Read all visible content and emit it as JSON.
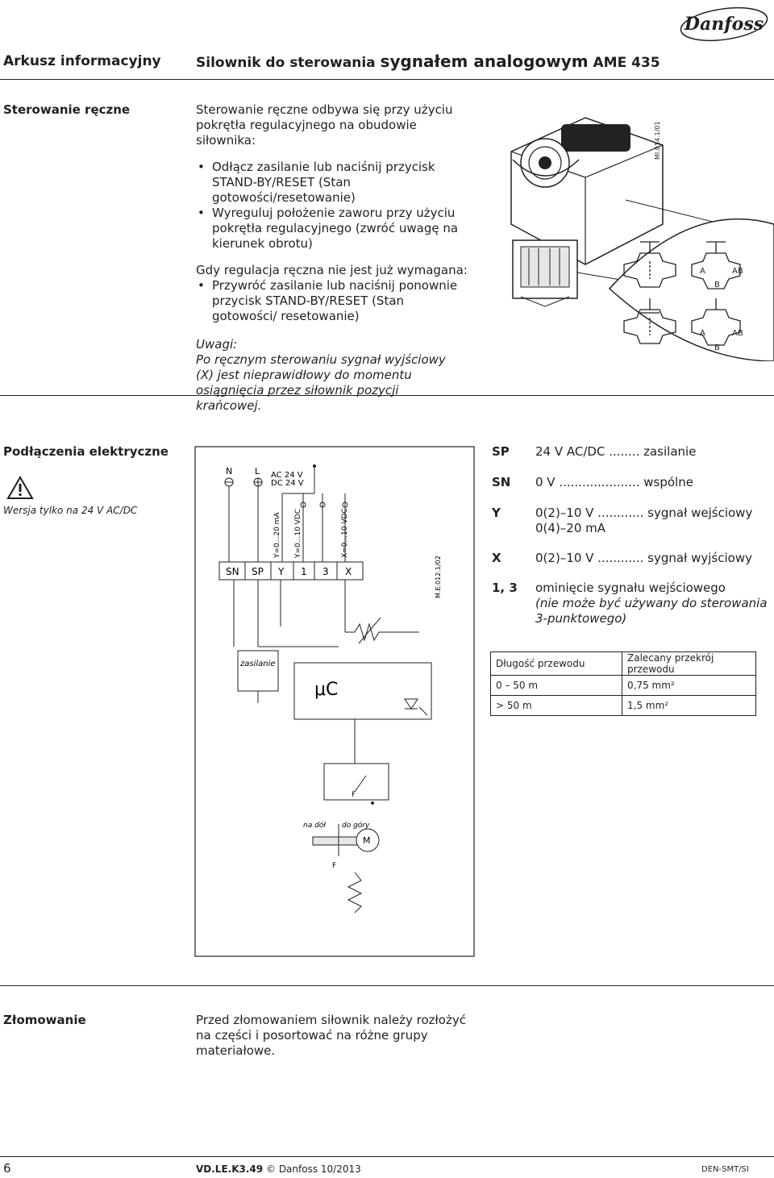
{
  "brand": {
    "logo_text": "Danfoss"
  },
  "header": {
    "left": "Arkusz informacyjny",
    "title_part1": "Silownik do sterowania ",
    "title_part2": "sygnałem analogowym",
    "title_part3": " AME 435"
  },
  "manual": {
    "label": "Sterowanie ręczne",
    "intro": "Sterowanie ręczne odbywa się przy użyciu pokrętła regulacyjnego na obudowie siłownika:",
    "steps": [
      "Odłącz zasilanie lub naciśnij przycisk STAND-BY/RESET (Stan gotowości/resetowanie)",
      "Wyreguluj położenie zaworu przy użyciu pokrętła regulacyjnego (zwróć uwagę na kierunek obrotu)"
    ],
    "after_title": "Gdy regulacja ręczna nie jest już wymagana:",
    "after_steps": [
      "Przywróć zasilanie lub naciśnij ponownie przycisk STAND-BY/RESET (Stan gotowości/ resetowanie)"
    ],
    "note_title": "Uwagi:",
    "note_text": "Po ręcznym sterowaniu sygnał wyjściowy (X) jest nieprawidłowy do momentu osiągnięcia przez siłownik pozycji krańcowej.",
    "figure_code": "MI.014.1/01",
    "valve_labels": {
      "a": "A",
      "ab": "AB",
      "b": "B"
    }
  },
  "electrical": {
    "label": "Podłączenia elektryczne",
    "warning": "Wersja tylko na 24 V AC/DC",
    "wiring": {
      "n": "N",
      "l": "L",
      "supply1": "AC 24 V",
      "supply2": "DC 24 V",
      "terminals": [
        "SN",
        "SP",
        "Y",
        "1",
        "3",
        "X"
      ],
      "y_ma": "Y=0...20 mA",
      "y_vdc": "Y=0...10 VDC",
      "x_vdc": "X=0...10 VDC",
      "code": "M.E.012.1/02"
    },
    "signals": [
      {
        "key": "SP",
        "lines": [
          "24 V AC/DC ........ zasilanie"
        ]
      },
      {
        "key": "SN",
        "lines": [
          "0 V ..................... wspólne"
        ]
      },
      {
        "key": "Y",
        "lines": [
          "0(2)–10 V ............ sygnał wejściowy",
          "0(4)–20 mA"
        ]
      },
      {
        "key": "X",
        "lines": [
          "0(2)–10 V ............ sygnał wyjściowy"
        ]
      },
      {
        "key": "1, 3",
        "lines": [
          "ominięcie sygnału wejściowego"
        ],
        "italic_lines": [
          "(nie może być używany do sterowania",
          "3-punktowego)"
        ]
      }
    ],
    "block": {
      "supply": "zasilanie",
      "uc": "μC",
      "f1": "F",
      "down": "na dół",
      "up": "do góry",
      "m": "M",
      "f2": "F"
    },
    "cable_table": {
      "headers": [
        "Długość przewodu",
        "Zalecany przekrój przewodu"
      ],
      "rows": [
        [
          "0 – 50 m",
          "0,75 mm²"
        ],
        [
          "> 50 m",
          "1,5 mm²"
        ]
      ]
    }
  },
  "disposal": {
    "label": "Złomowanie",
    "text": "Przed złomowaniem siłownik należy rozłożyć na części i posortować na różne grupy materiałowe."
  },
  "footer": {
    "page": "6",
    "code": "VD.LE.K3.49",
    "copyright": "© Danfoss 10/2013",
    "dept": "DEN-SMT/SI"
  }
}
